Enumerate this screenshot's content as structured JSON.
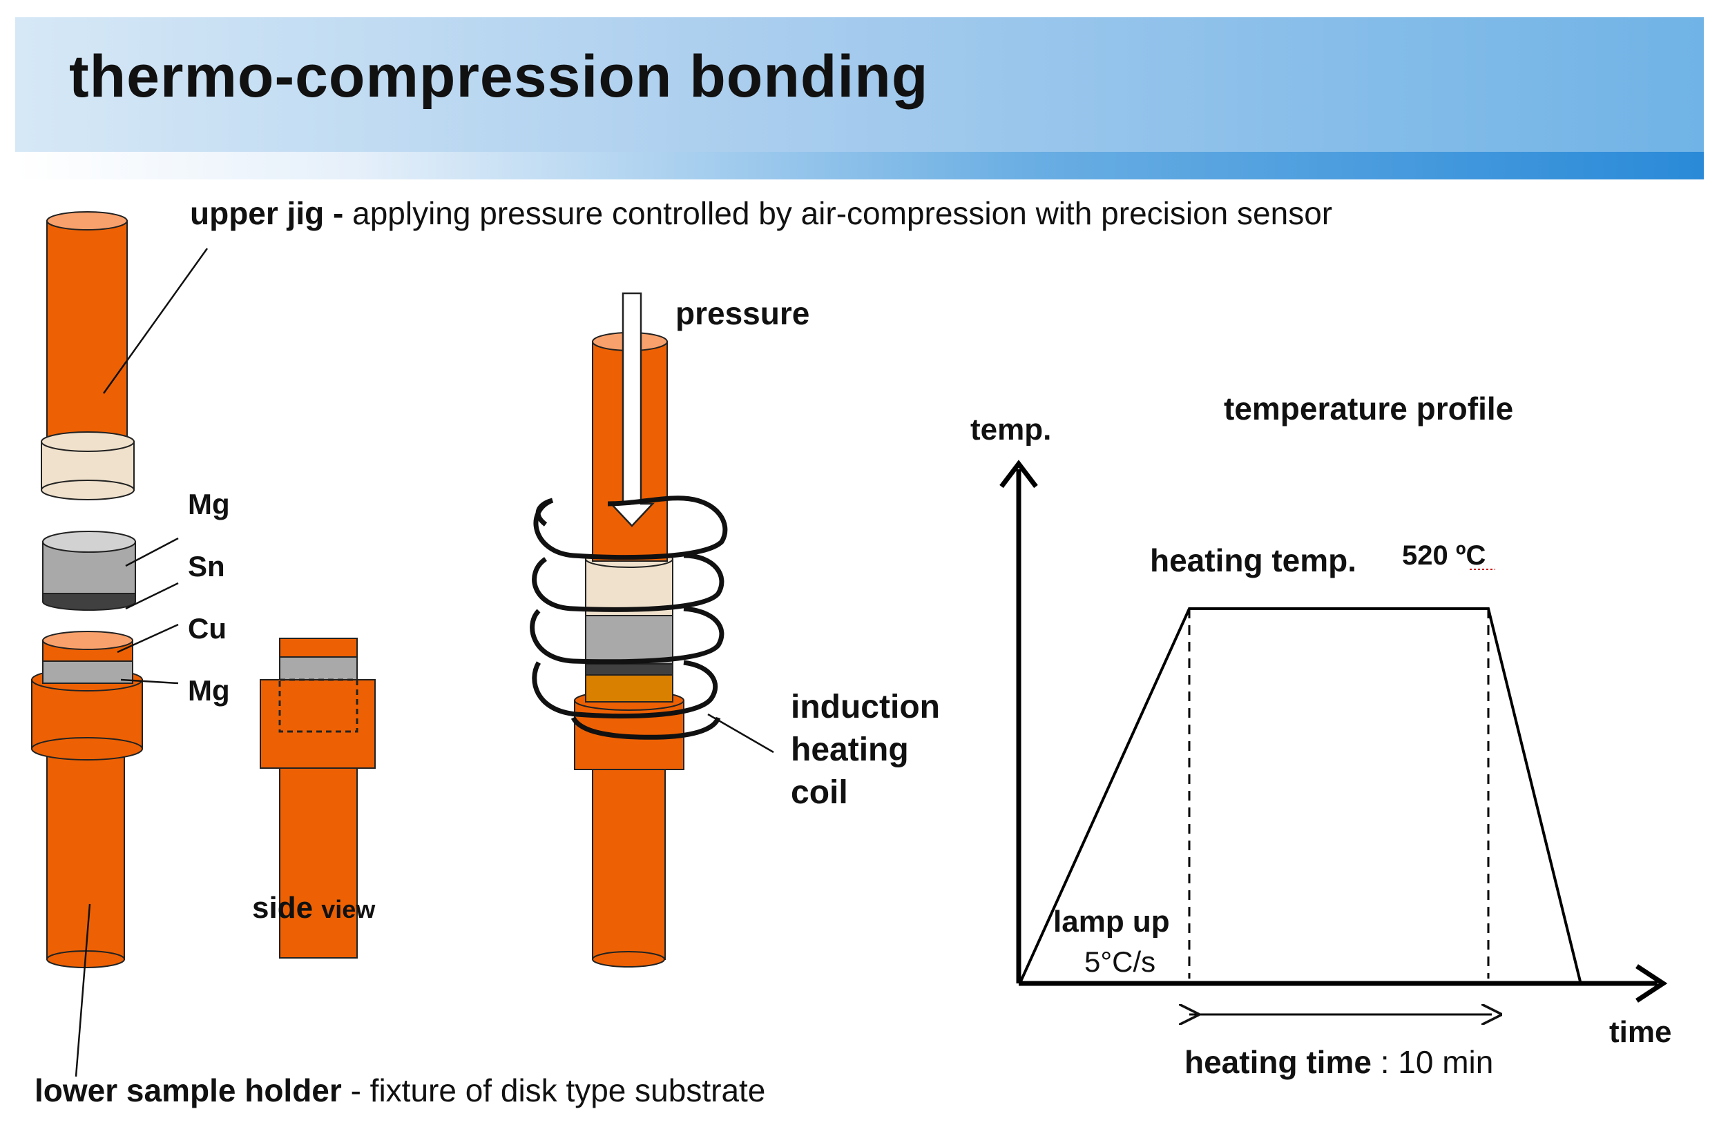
{
  "title": "thermo-compression  bonding",
  "upper_jig": {
    "label": "upper jig -",
    "description": " applying pressure controlled by air-compression with precision sensor"
  },
  "lower_holder": {
    "label": "lower sample holder",
    "description": " - fixture of disk type substrate"
  },
  "layers": [
    "Mg",
    "Sn",
    "Cu",
    "Mg"
  ],
  "side_view": {
    "part1": "side ",
    "part2": "view"
  },
  "pressure_label": "pressure",
  "coil_label": [
    "induction",
    "heating",
    "coil"
  ],
  "profile": {
    "title": "temperature profile",
    "y_axis": "temp.",
    "x_axis": "time",
    "heating_temp_label": "heating temp.",
    "heating_temp_value": "520 ºC",
    "ramp_label": "lamp up",
    "ramp_rate": "5°C/s",
    "heating_time_label": "heating time",
    "heating_time_value": " : 10 min"
  },
  "colors": {
    "orange": "#ed6104",
    "orange_top": "#f9a16c",
    "beige": "#efe1cc",
    "gray": "#a9a9a9",
    "gray_top": "#d2d2d2",
    "dark_gray": "#404040",
    "copper": "#d98000"
  }
}
